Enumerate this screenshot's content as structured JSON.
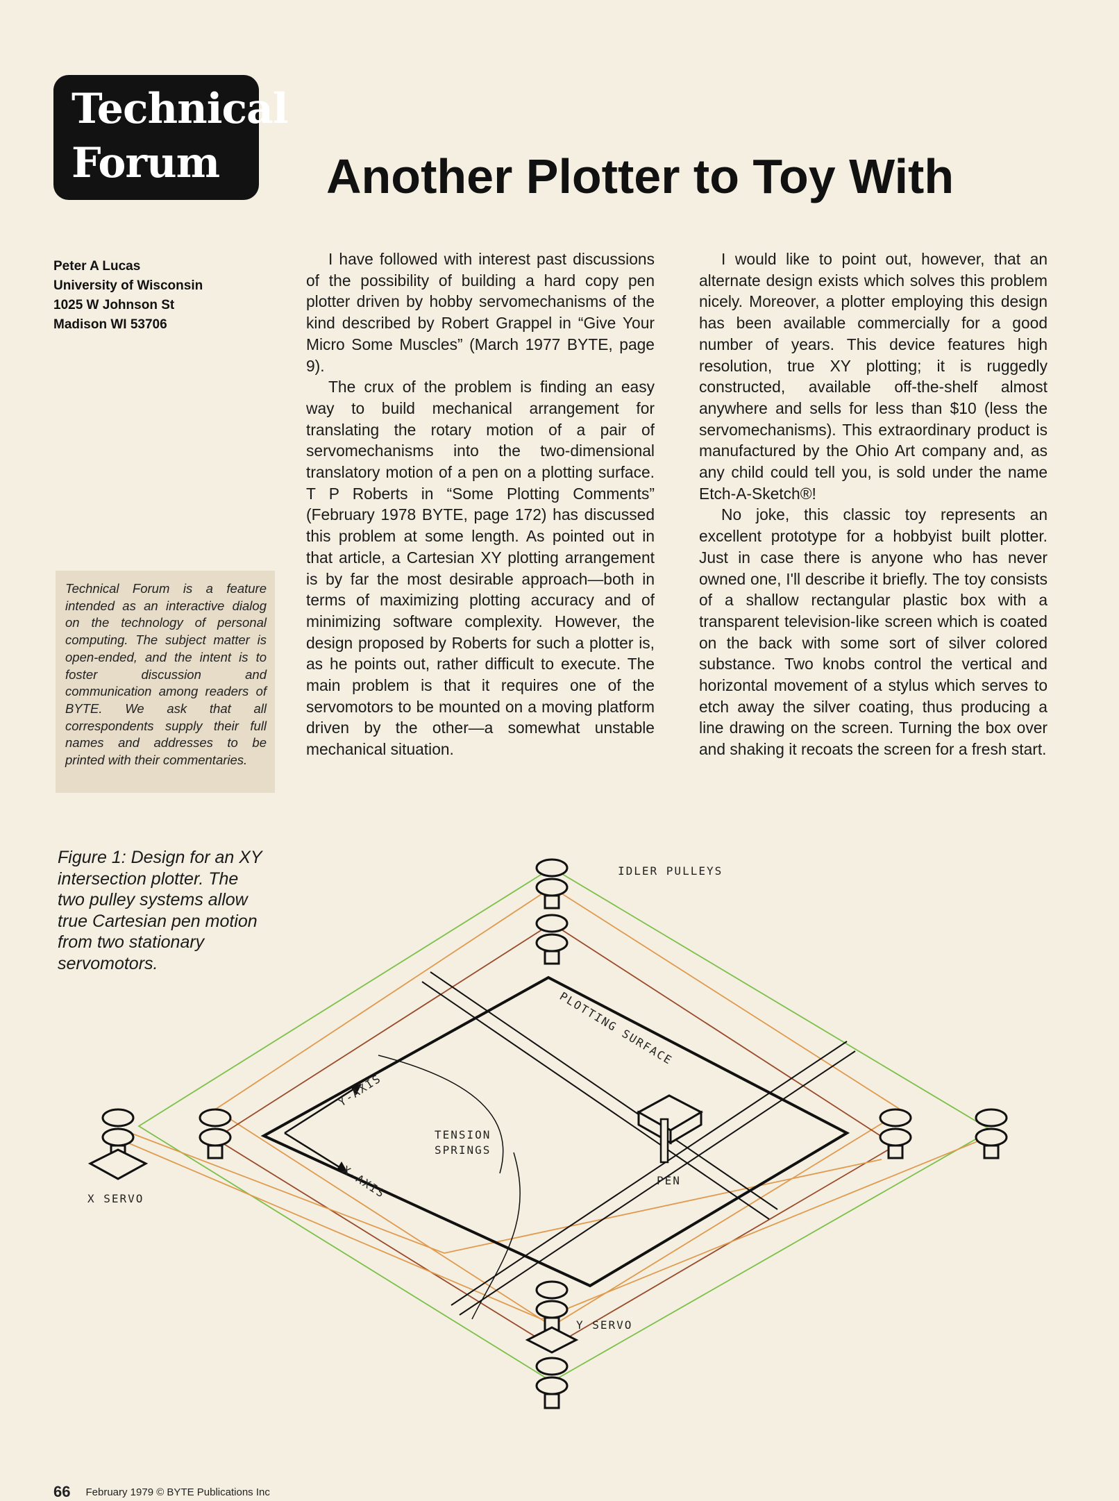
{
  "badge": {
    "line1": "Technical",
    "line2": "Forum"
  },
  "title": "Another Plotter to Toy With",
  "author": {
    "name": "Peter A Lucas",
    "org": "University of Wisconsin",
    "street": "1025 W Johnson St",
    "city": "Madison WI 53706"
  },
  "note": "Technical Forum is a feature intended as an interactive dialog on the technology of personal computing. The subject matter is open-ended, and the intent is to foster discussion and communication among readers of BYTE. We ask that all correspondents supply their full names and addresses to be printed with their commentaries.",
  "column1": [
    "I have followed with interest past discussions of the possibility of building a hard copy pen plotter driven by hobby servomechanisms of the kind described by Robert Grappel in “Give Your Micro Some Muscles” (March 1977 BYTE, page 9).",
    "The crux of the problem is finding an easy way to build mechanical arrangement for translating the rotary motion of a pair of servomechanisms into the two-dimensional translatory motion of a pen on a plotting surface. T P Roberts in “Some Plotting Comments” (February 1978 BYTE, page 172) has discussed this problem at some length. As pointed out in that article, a Cartesian XY plotting arrangement is by far the most desirable approach—both in terms of maximizing plotting accuracy and of minimizing software complexity. However, the design proposed by Roberts for such a plotter is, as he points out, rather difficult to execute. The main problem is that it requires one of the servomotors to be mounted on a moving platform driven by the other—a somewhat unstable mechanical situation."
  ],
  "column2": [
    "I would like to point out, however, that an alternate design exists which solves this problem nicely. Moreover, a plotter employing this design has been available commercially for a good number of years. This device features high resolution, true XY plotting; it is ruggedly constructed, available off-the-shelf almost anywhere and sells for less than $10 (less the servomechanisms). This extraordinary product is manufactured by the Ohio Art company and, as any child could tell you, is sold under the name Etch-A-Sketch®!",
    "No joke, this classic toy represents an excellent prototype for a hobbyist built plotter. Just in case there is anyone who has never owned one, I'll describe it briefly. The toy consists of a shallow rectangular plastic box with a transparent television-like screen which is coated on the back with some sort of silver colored substance. Two knobs control the vertical and horizontal movement of a stylus which serves to etch away the silver coating, thus producing a line drawing on the screen. Turning the box over and shaking it recoats the screen for a fresh start."
  ],
  "caption": "Figure 1: Design for an XY intersection plotter. The two pulley systems allow true Cartesian pen motion from two stationary servomotors.",
  "figure_labels": {
    "idler": "IDLER PULLEYS",
    "surface": "PLOTTING SURFACE",
    "yaxis": "Y-AXIS",
    "xaxis": "X-AXIS",
    "tension1": "TENSION",
    "tension2": "SPRINGS",
    "pen": "PEN",
    "xservo": "X SERVO",
    "yservo": "Y SERVO"
  },
  "colors": {
    "green": "#7cc04a",
    "orange": "#e09a4e",
    "brown": "#9a4a2a",
    "paper": "#f4efe1"
  },
  "footer": {
    "page": "66",
    "text": "February 1979 © BYTE Publications Inc"
  }
}
